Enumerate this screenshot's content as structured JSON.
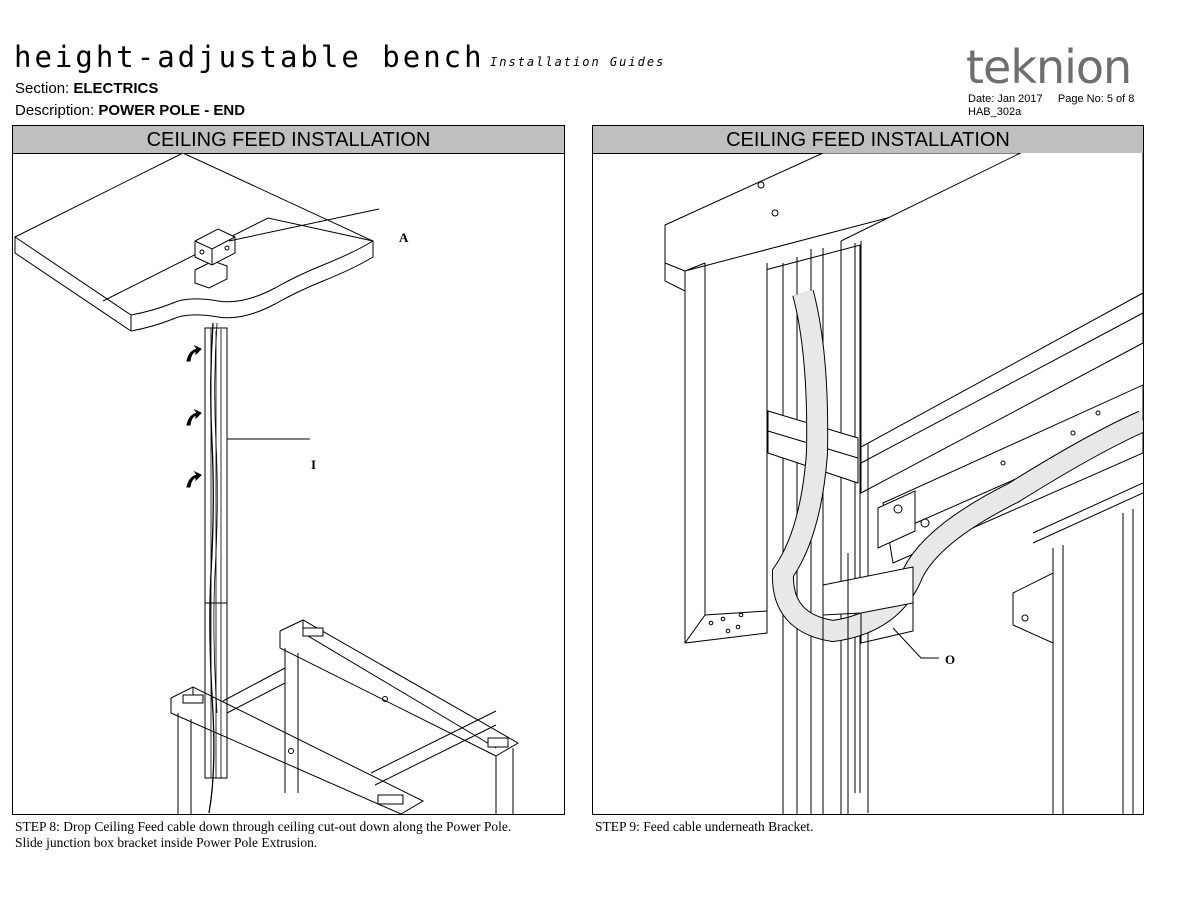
{
  "header": {
    "title": "height-adjustable bench",
    "subtitle": "Installation Guides",
    "section_label": "Section:",
    "section_value": "ELECTRICS",
    "description_label": "Description:",
    "description_value": "POWER POLE - END",
    "logo": "teknion",
    "date": "Date: Jan 2017",
    "page_no": "Page No: 5 of 8",
    "doc_code": "HAB_302a"
  },
  "panels": [
    {
      "heading": "CEILING FEED INSTALLATION",
      "callouts": [
        "A",
        "I"
      ],
      "caption_line1": "STEP 8: Drop Ceiling Feed cable down through ceiling cut-out down along the Power Pole.",
      "caption_line2": "Slide junction box bracket inside Power Pole Extrusion."
    },
    {
      "heading": "CEILING FEED INSTALLATION",
      "callouts": [
        "O"
      ],
      "caption_line1": "STEP 9: Feed cable underneath Bracket."
    }
  ]
}
